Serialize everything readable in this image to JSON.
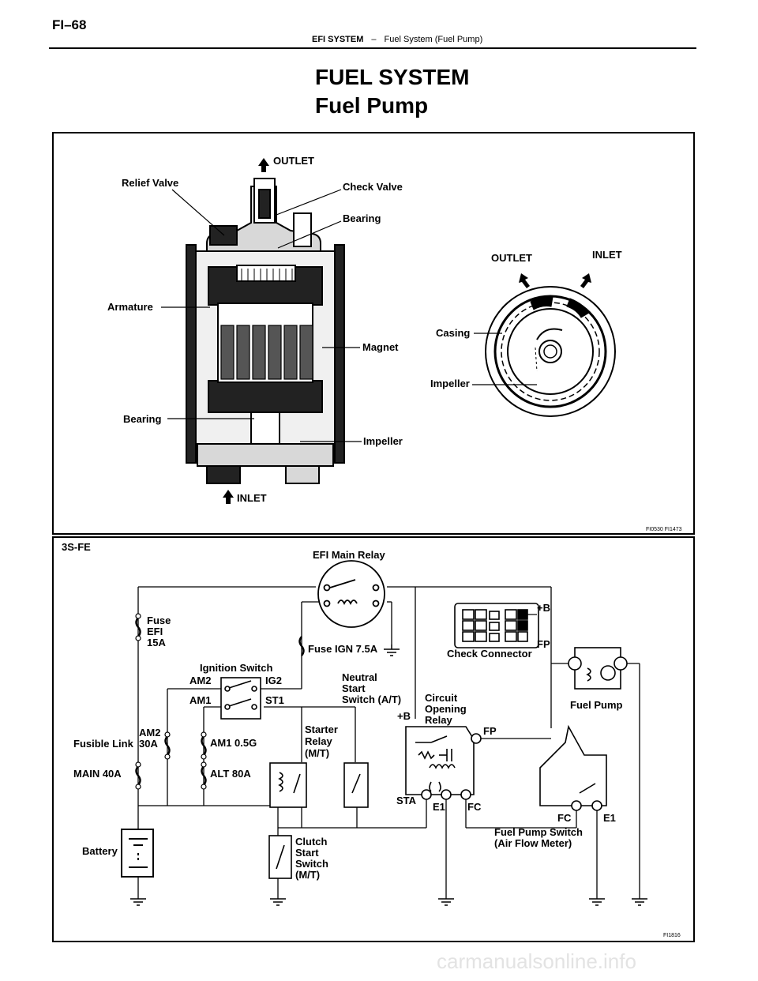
{
  "header": {
    "page_code": "FI–68",
    "section": "EFI SYSTEM",
    "separator": "–",
    "subsection": "Fuel System (Fuel Pump)"
  },
  "titles": {
    "main": "FUEL SYSTEM",
    "sub": "Fuel Pump"
  },
  "pump_figure": {
    "labels": {
      "outlet_top": "OUTLET",
      "relief_valve": "Relief Valve",
      "check_valve": "Check Valve",
      "bearing_top": "Bearing",
      "armature": "Armature",
      "magnet": "Magnet",
      "bearing_bottom": "Bearing",
      "impeller": "Impeller",
      "inlet_bottom": "INLET",
      "outlet_small": "OUTLET",
      "inlet_small": "INLET",
      "casing": "Casing",
      "impeller_small": "Impeller"
    },
    "figure_code": "FI0530 FI1473"
  },
  "wiring_figure": {
    "engine": "3S-FE",
    "labels": {
      "efi_main_relay": "EFI Main Relay",
      "fuse_efi": [
        "Fuse",
        "EFI",
        "15A"
      ],
      "fuse_ign": "Fuse IGN 7.5A",
      "ignition_switch": "Ignition Switch",
      "am2": "AM2",
      "ig2": "IG2",
      "am1": "AM1",
      "st1": "ST1",
      "neutral_start": [
        "Neutral",
        "Start",
        "Switch (A/T)"
      ],
      "fusible_link": "Fusible Link",
      "am2_30a": [
        "AM2",
        "30A"
      ],
      "am1_05g": "AM1 0.5G",
      "alt_80a": "ALT 80A",
      "main_40a": "MAIN 40A",
      "starter_relay": [
        "Starter",
        "Relay",
        "(M/T)"
      ],
      "battery": "Battery",
      "clutch_start": [
        "Clutch",
        "Start",
        "Switch",
        "(M/T)"
      ],
      "check_connector": "Check Connector",
      "plus_b_conn": "+B",
      "fp_conn": "FP",
      "circuit_opening": [
        "Circuit",
        "Opening",
        "Relay"
      ],
      "plus_b_relay": "+B",
      "fp_relay": "FP",
      "sta": "STA",
      "e1_relay": "E1",
      "fc_relay": "FC",
      "fuel_pump": "Fuel Pump",
      "fc_switch": "FC",
      "e1_switch": "E1",
      "fuel_pump_switch": [
        "Fuel Pump Switch",
        "(Air Flow Meter)"
      ]
    },
    "figure_code": "FI1816"
  },
  "watermark": "carmanualsonline.info"
}
